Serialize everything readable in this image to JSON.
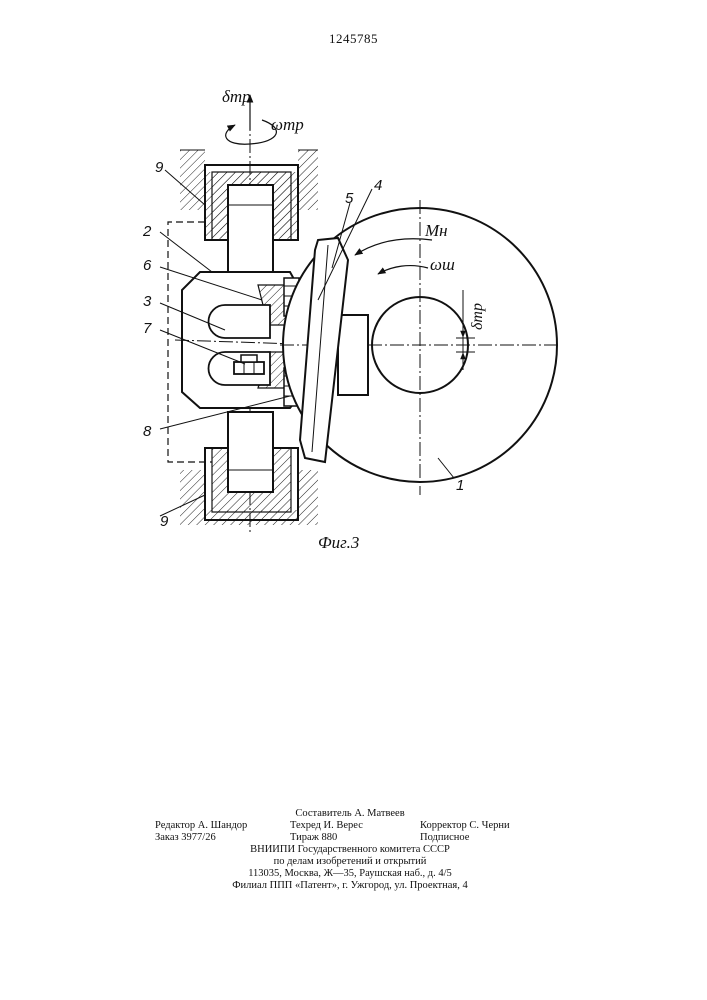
{
  "patent_number": "1245785",
  "figure": {
    "caption": "Фиг.3",
    "symbols": {
      "delta_tp_top": "δтр",
      "omega_tp": "ωтр",
      "M_h": "Mн",
      "omega_sh": "ωш",
      "delta_tp_side": "δтр"
    },
    "reference_numerals": [
      "1",
      "2",
      "3",
      "4",
      "5",
      "6",
      "7",
      "8",
      "9",
      "9"
    ]
  },
  "colophon": {
    "compiler": "Составитель А. Матвеев",
    "editor": "Редактор А. Шандор",
    "techred": "Техред И. Верес",
    "corrector": "Корректор С. Черни",
    "order": "Заказ 3977/26",
    "print_run": "Тираж 880",
    "subscription": "Подписное",
    "org_line1": "ВНИИПИ  Государственного  комитета  СССР",
    "org_line2": "по  делам  изобретений  и  открытий",
    "address": "113035,  Москва,  Ж—35,  Раушская  наб.,  д.  4/5",
    "branch": "Филиал  ППП  «Патент»,  г.  Ужгород,  ул.  Проектная,  4"
  }
}
